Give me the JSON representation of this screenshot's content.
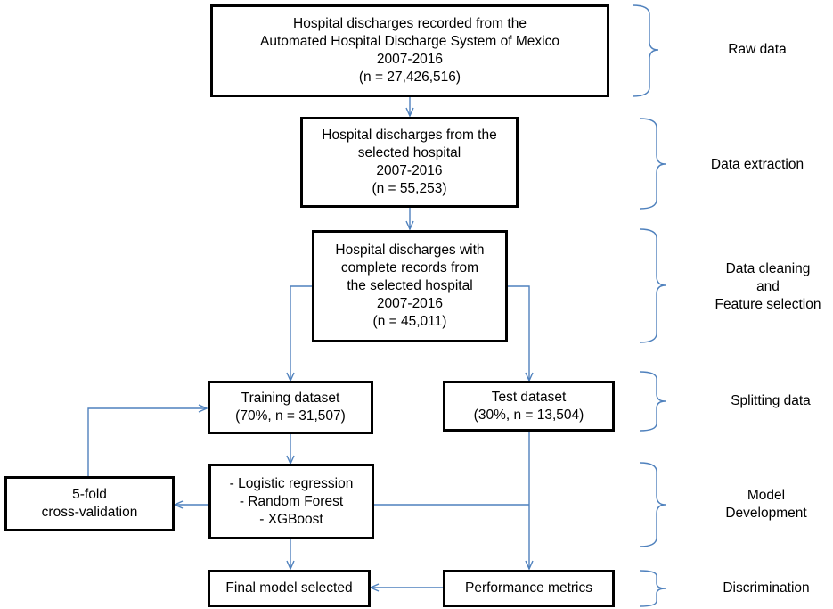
{
  "boxes": {
    "raw": [
      "Hospital discharges recorded from the",
      "Automated Hospital Discharge System of Mexico",
      "2007-2016",
      "(n = 27,426,516)"
    ],
    "extraction": [
      "Hospital discharges from the",
      "selected hospital",
      "2007-2016",
      "(n = 55,253)"
    ],
    "cleaning": [
      "Hospital discharges with",
      "complete records from",
      "the selected hospital",
      "2007-2016",
      "(n = 45,011)"
    ],
    "training": [
      "Training dataset",
      "(70%, n = 31,507)"
    ],
    "test": [
      "Test dataset",
      "(30%, n = 13,504)"
    ],
    "models": [
      "- Logistic regression",
      "- Random Forest",
      "- XGBoost"
    ],
    "crossval": [
      "5-fold",
      "cross-validation"
    ],
    "final": [
      "Final model selected"
    ],
    "performance": [
      "Performance metrics"
    ]
  },
  "stages": {
    "raw": [
      "Raw data"
    ],
    "extraction": [
      "Data extraction"
    ],
    "cleaning": [
      "Data cleaning",
      "and",
      "Feature selection"
    ],
    "splitting": [
      "Splitting data"
    ],
    "development": [
      "Model",
      "Development"
    ],
    "discrimination": [
      "Discrimination"
    ]
  },
  "colors": {
    "connector": "#4f81bd",
    "box_border": "#000000"
  }
}
